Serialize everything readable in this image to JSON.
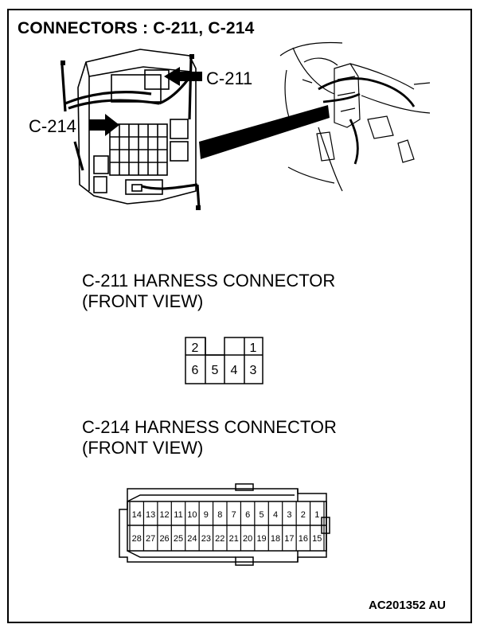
{
  "title": "CONNECTORS : C-211, C-214",
  "callouts": {
    "c211": "C-211",
    "c214": "C-214"
  },
  "c211": {
    "heading_line1": "C-211 HARNESS CONNECTOR",
    "heading_line2": "(FRONT VIEW)",
    "top_pins": [
      "2",
      "1"
    ],
    "bottom_pins": [
      "6",
      "5",
      "4",
      "3"
    ]
  },
  "c214": {
    "heading_line1": "C-214 HARNESS CONNECTOR",
    "heading_line2": "(FRONT VIEW)",
    "top_pins": [
      "14",
      "13",
      "12",
      "11",
      "10",
      "9",
      "8",
      "7",
      "6",
      "5",
      "4",
      "3",
      "2",
      "1"
    ],
    "bottom_pins": [
      "28",
      "27",
      "26",
      "25",
      "24",
      "23",
      "22",
      "21",
      "20",
      "19",
      "18",
      "17",
      "16",
      "15"
    ]
  },
  "figure_code": "AC201352 AU"
}
